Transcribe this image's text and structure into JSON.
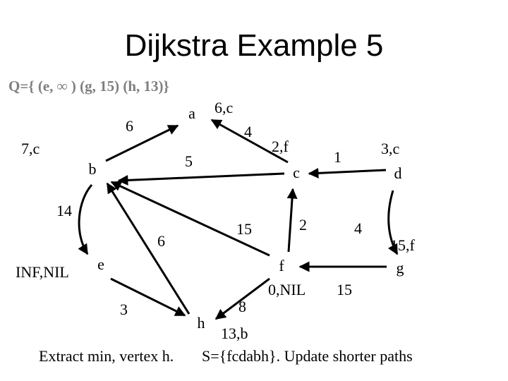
{
  "title": "Dijkstra Example 5",
  "queue": "Q={ (e,  ∞ ) (g, 15) (h, 13)}",
  "nodes": [
    {
      "id": "a",
      "label": "a",
      "annotation": "6,c"
    },
    {
      "id": "b",
      "label": "b",
      "annotation": "7,c"
    },
    {
      "id": "c",
      "label": "c",
      "annotation": "2,f"
    },
    {
      "id": "d",
      "label": "d",
      "annotation": "3,c"
    },
    {
      "id": "e",
      "label": "e",
      "annotation": "INF,NIL"
    },
    {
      "id": "f",
      "label": "f",
      "annotation": "0,NIL"
    },
    {
      "id": "g",
      "label": "g",
      "annotation": "15,f"
    },
    {
      "id": "h",
      "label": "h",
      "annotation": "13,b"
    }
  ],
  "edges": [
    {
      "from": "b",
      "to": "a",
      "weight": "6"
    },
    {
      "from": "c",
      "to": "a",
      "weight": "4"
    },
    {
      "from": "c",
      "to": "b",
      "weight": "5"
    },
    {
      "from": "d",
      "to": "c",
      "weight": "1"
    },
    {
      "from": "f",
      "to": "c",
      "weight": "2"
    },
    {
      "from": "f",
      "to": "b",
      "weight": "15"
    },
    {
      "from": "b",
      "to": "e",
      "weight": "14"
    },
    {
      "from": "h",
      "to": "b",
      "weight": "6"
    },
    {
      "from": "e",
      "to": "h",
      "weight": "3"
    },
    {
      "from": "f",
      "to": "h",
      "weight": "8"
    },
    {
      "from": "g",
      "to": "f",
      "weight": "15"
    },
    {
      "from": "d",
      "to": "g",
      "weight": "4"
    }
  ],
  "caption_left": "Extract min, vertex h.",
  "caption_right": "S={fcdabh}.  Update shorter paths"
}
